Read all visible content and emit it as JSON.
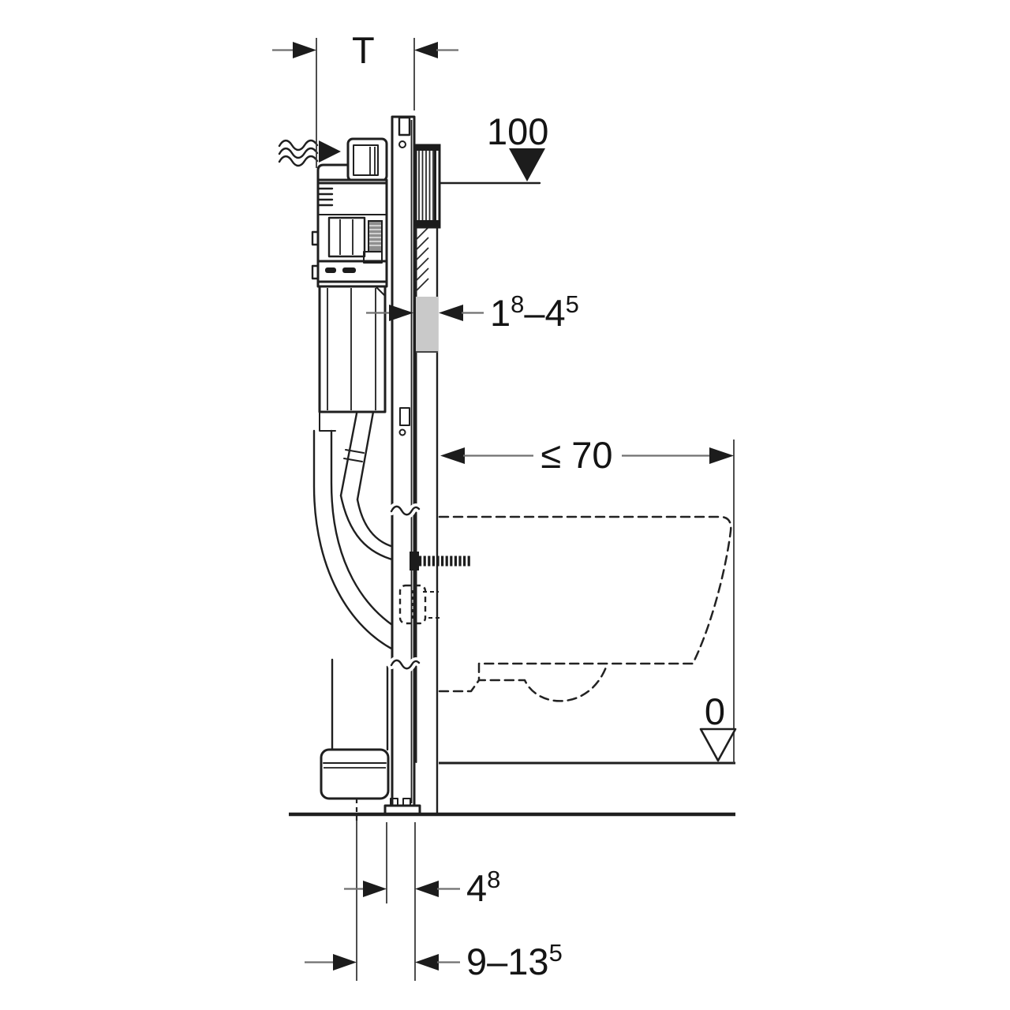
{
  "diagram": {
    "description": "Side-section technical installation drawing of a concealed-cistern WC frame with dashed wall-hung toilet pan and dimension callouts",
    "colors": {
      "background": "#ffffff",
      "line": "#1f1f1f",
      "dimension_line": "#707070",
      "wall_finish_fill": "#c9c9c9",
      "valve_roll_fill": "#8f8f8f"
    },
    "dimensions": {
      "frame_depth": {
        "label": "T"
      },
      "top_level": {
        "value": "100"
      },
      "wall_finish_thickness": {
        "value_min": "1",
        "sup_min": "8",
        "separator": "–",
        "value_max": "4",
        "sup_max": "5"
      },
      "pan_depth_max": {
        "value": "≤ 70"
      },
      "floor_level": {
        "value": "0"
      },
      "outlet_to_front": {
        "value": "4",
        "sup": "8"
      },
      "outlet_range": {
        "value": "9–13",
        "sup": "5"
      }
    },
    "icons": [
      {
        "name": "water-supply-wave-icon",
        "meaning": "water supply connection"
      },
      {
        "name": "water-supply-arrow-icon",
        "meaning": "supply entry direction"
      },
      {
        "name": "filled-level-triangle-icon",
        "meaning": "reference level 100"
      },
      {
        "name": "open-level-triangle-icon",
        "meaning": "finished floor level 0"
      },
      {
        "name": "dimension-arrowhead-icon",
        "meaning": "dimension arrow"
      }
    ]
  }
}
